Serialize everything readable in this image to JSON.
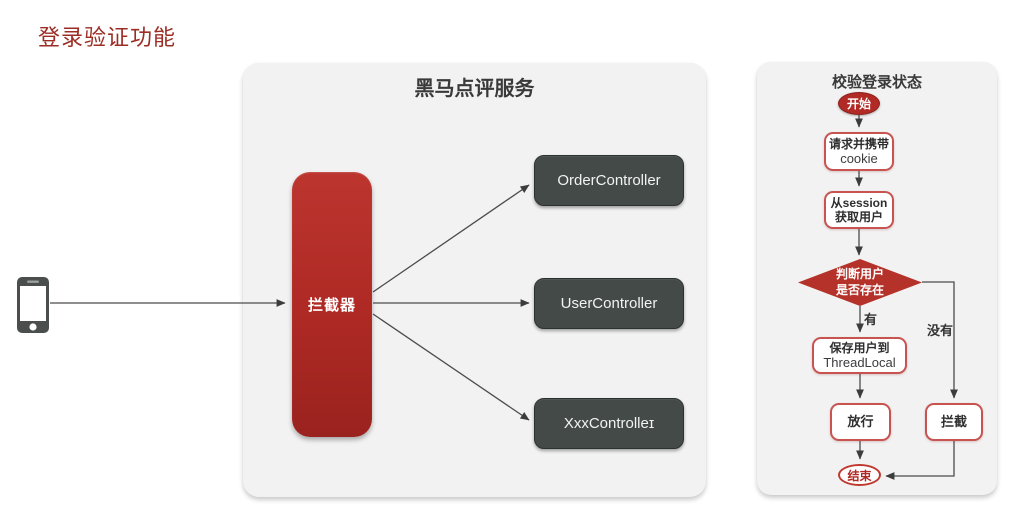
{
  "page": {
    "title": "登录验证功能"
  },
  "palette": {
    "accent_red": "#B02A25",
    "dark_box": "#434A47",
    "panel_bg": "#F2F2F2",
    "flow_border_red": "#C75450",
    "title_red": "#9B2D24",
    "arrow_gray": "#4C4C4C"
  },
  "icons": {
    "client_device": "smartphone-icon"
  },
  "service_panel": {
    "title": "黑马点评服务",
    "interceptor": {
      "label": "拦截器"
    },
    "controllers": [
      {
        "label": "OrderController"
      },
      {
        "label": "UserController"
      },
      {
        "label": "XxxControlleɪ"
      }
    ]
  },
  "flow_panel": {
    "title": "校验登录状态",
    "start": {
      "label": "开始"
    },
    "cookie": {
      "line1": "请求并携带",
      "line2": "cookie"
    },
    "session": {
      "line1": "从session",
      "line2": "获取用户"
    },
    "decision": {
      "line1": "判断用户",
      "line2": "是否存在"
    },
    "save": {
      "line1": "保存用户到",
      "line2": "ThreadLocal"
    },
    "pass": {
      "label": "放行"
    },
    "block": {
      "label": "拦截"
    },
    "end": {
      "label": "结束"
    },
    "branches": {
      "yes": "有",
      "no": "没有"
    }
  }
}
